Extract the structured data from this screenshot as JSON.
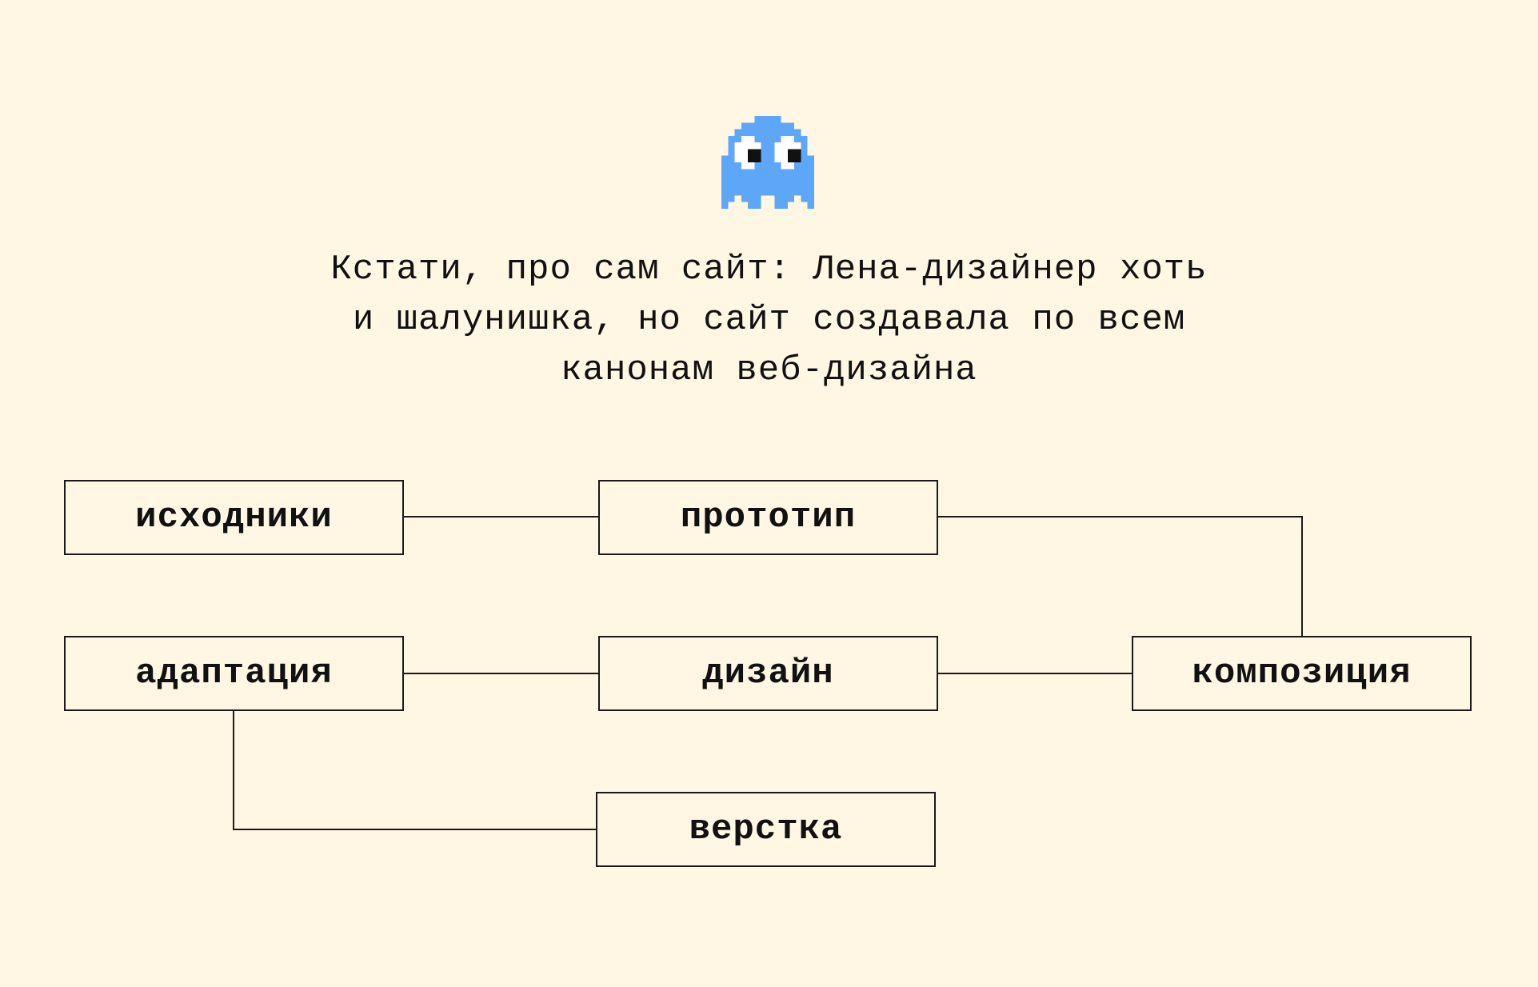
{
  "intro": {
    "lines": [
      "Кстати, про сам сайт: Лена-дизайнер хоть",
      "и шалунишка, но сайт создавала по всем",
      "канонам веб-дизайна"
    ]
  },
  "mascot": {
    "icon": "pixel-ghost-icon",
    "color": "#5EA6F8"
  },
  "diagram": {
    "nodes": {
      "source": "исходники",
      "prototype": "прототип",
      "adaptation": "адаптация",
      "design": "дизайн",
      "composition": "композиция",
      "layout": "верстка"
    },
    "edges": [
      [
        "исходники",
        "прототип"
      ],
      [
        "прототип",
        "композиция"
      ],
      [
        "композиция",
        "дизайн"
      ],
      [
        "дизайн",
        "адаптация"
      ],
      [
        "адаптация",
        "верстка"
      ]
    ]
  },
  "colors": {
    "background": "#FFF6E3",
    "ink": "#111111",
    "ghost": "#5EA6F8"
  }
}
